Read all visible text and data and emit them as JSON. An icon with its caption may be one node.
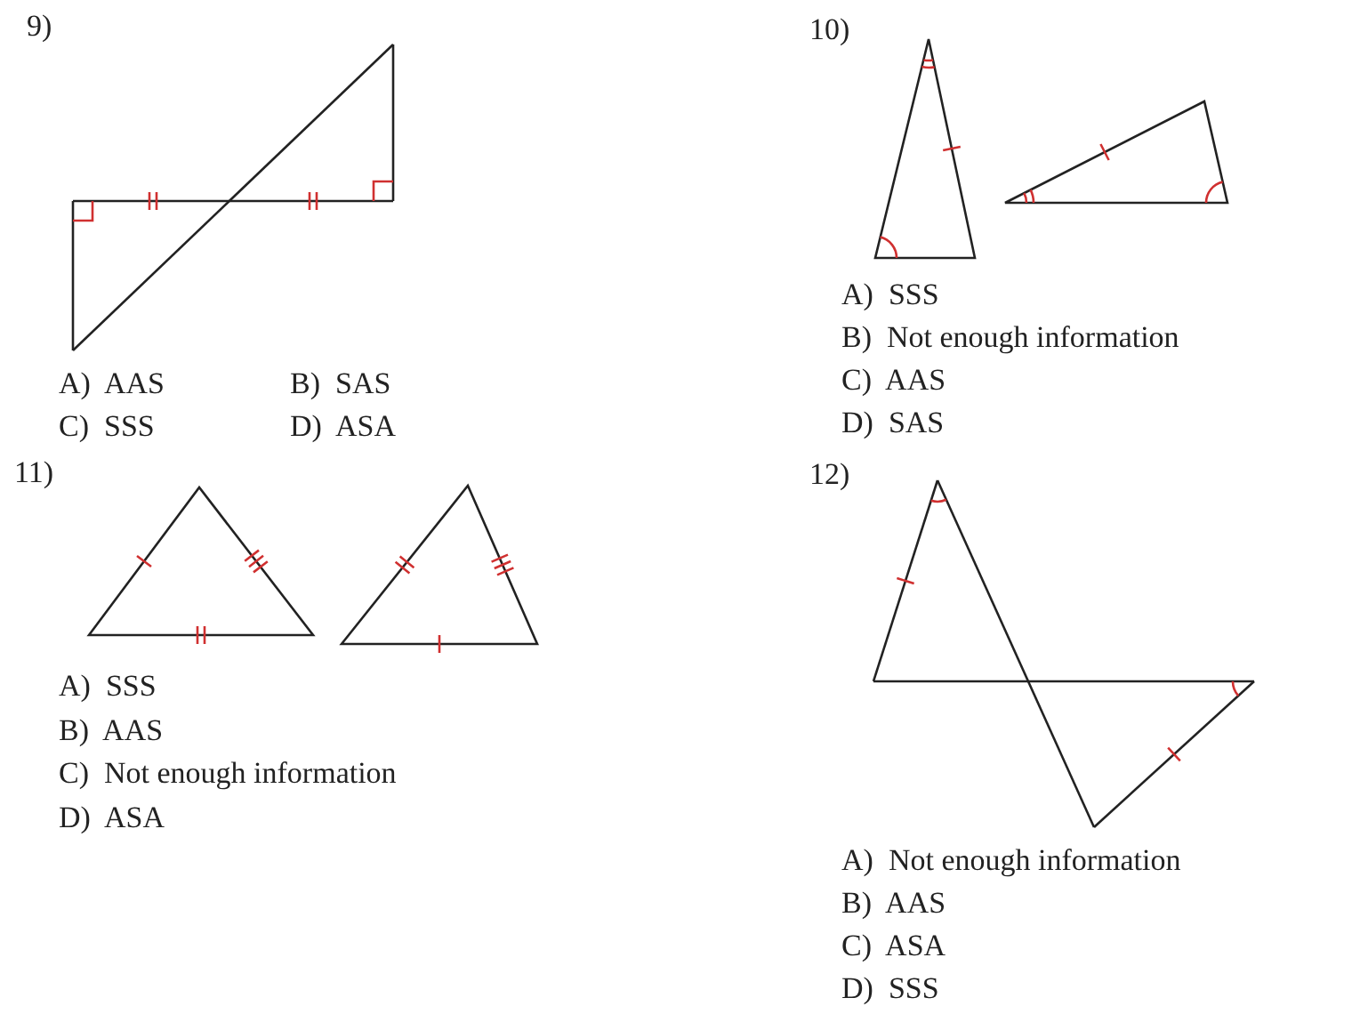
{
  "diagram": {
    "labels": [
      "9)",
      "A)  AAS",
      "B)  SAS",
      "C)  SSS",
      "D)  ASA",
      "10)",
      "A)  SSS",
      "B)  Not enough information",
      "C)  AAS",
      "D)  SAS",
      "11)",
      "A)  SSS",
      "B)  AAS",
      "C)  Not enough information",
      "D)  ASA",
      "12)",
      "A)  Not enough information",
      "B)  AAS",
      "C)  ASA",
      "D)  SSS"
    ]
  }
}
